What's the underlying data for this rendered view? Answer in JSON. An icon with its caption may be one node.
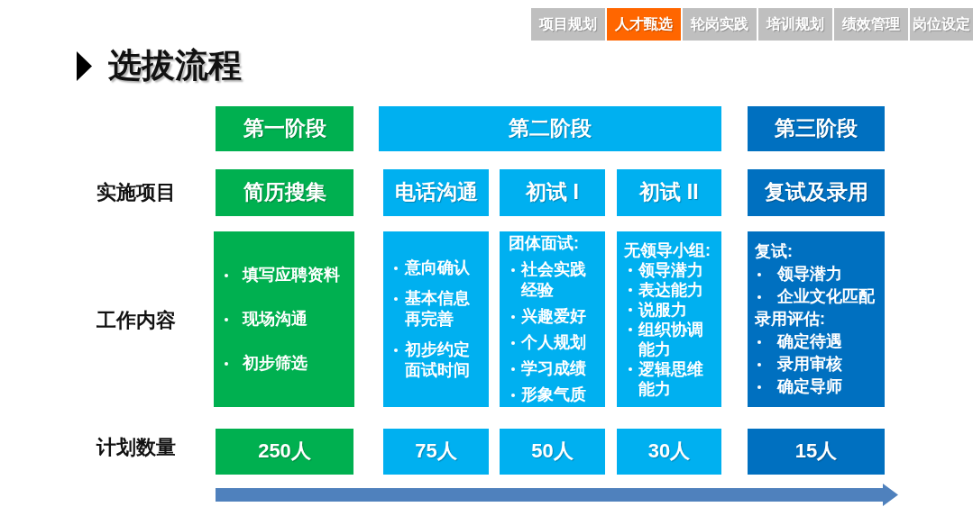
{
  "diagram": {
    "title": "选拔流程",
    "nodes": [
      {
        "text": [
          "项目规划"
        ]
      },
      {
        "text": [
          "人才甄选"
        ]
      },
      {
        "text": [
          "轮岗实践"
        ]
      },
      {
        "text": [
          "培训规划"
        ]
      },
      {
        "text": [
          "绩效管理"
        ]
      },
      {
        "text": [
          "岗位设定"
        ]
      },
      {
        "text": [
          "第一阶段"
        ]
      },
      {
        "text": [
          "第二阶段"
        ]
      },
      {
        "text": [
          "第三阶段"
        ]
      },
      {
        "text": [
          "简历搜集"
        ]
      },
      {
        "text": [
          "电话沟通"
        ]
      },
      {
        "text": [
          "初试 I"
        ]
      },
      {
        "text": [
          "初试 II"
        ]
      },
      {
        "text": [
          "复试及录用"
        ]
      },
      {
        "text": [
          "填写应聘资料",
          "现场沟通",
          "初步筛选"
        ]
      },
      {
        "text": [
          "意向确认",
          "基本信息再完善",
          "初步约定面试时间"
        ]
      },
      {
        "text": [
          "团体面试:",
          "社会实践经验",
          "兴趣爱好",
          "个人规划",
          "学习成绩",
          "形象气质"
        ]
      },
      {
        "text": [
          "无领导小组:",
          "领导潜力",
          "表达能力",
          "说服力",
          "组织协调能力",
          "逻辑思维能力"
        ]
      },
      {
        "text": [
          "复试:",
          "领导潜力",
          "企业文化匹配",
          "录用评估:",
          "确定待遇",
          "录用审核",
          "确定导师"
        ]
      },
      {
        "text": [
          "250人"
        ]
      },
      {
        "text": [
          "75人"
        ]
      },
      {
        "text": [
          "50人"
        ]
      },
      {
        "text": [
          "30人"
        ]
      },
      {
        "text": [
          "15人"
        ]
      }
    ],
    "labels": [
      "实施项目",
      "工作内容",
      "计划数量"
    ]
  }
}
